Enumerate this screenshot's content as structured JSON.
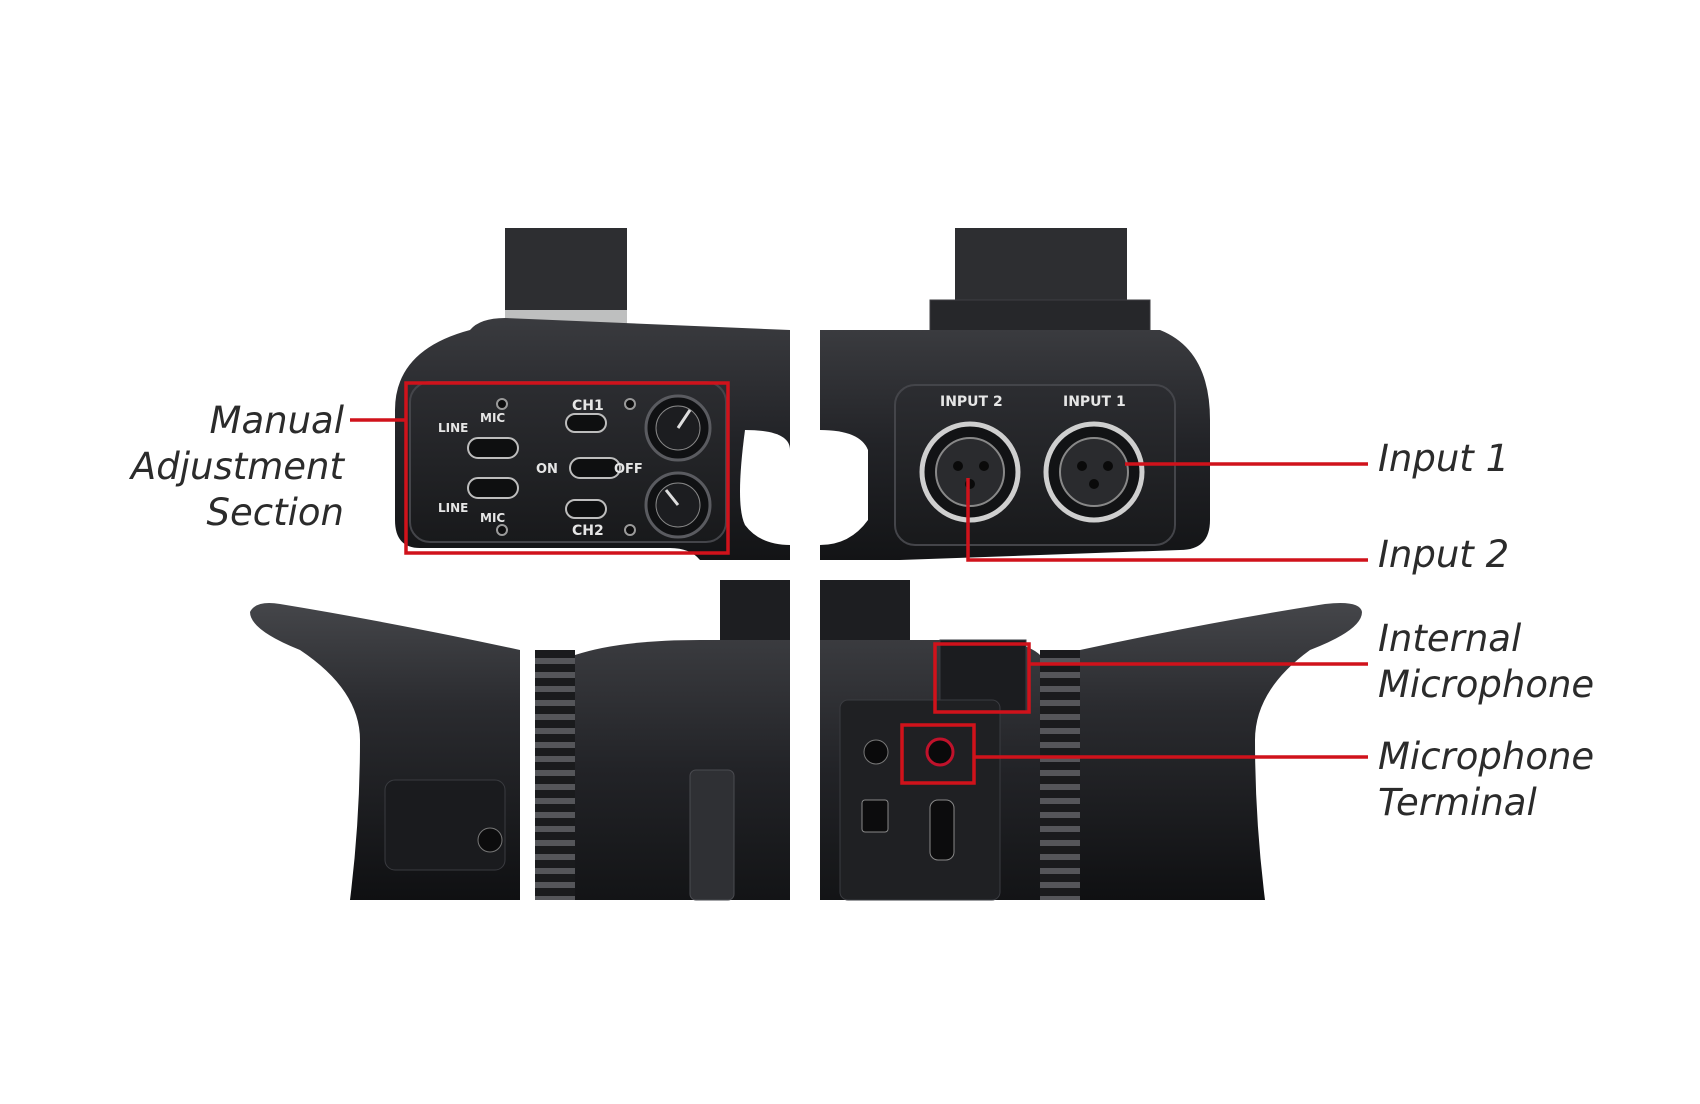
{
  "labels": {
    "manual": [
      "Manual",
      "Adjustment",
      "Section"
    ],
    "input1": "Input 1",
    "input2": "Input 2",
    "internal_mic": [
      "Internal",
      "Microphone"
    ],
    "mic_terminal": [
      "Microphone",
      "Terminal"
    ]
  },
  "panel_text": {
    "ch1": "CH1",
    "ch2": "CH2",
    "on": "ON",
    "off": "OFF",
    "input_2": "INPUT 2",
    "input_1": "INPUT 1",
    "line": "LINE",
    "mic": "MIC"
  },
  "colors": {
    "callout": "#d0121b",
    "body": "#1e1f22",
    "background": "#ffffff"
  }
}
